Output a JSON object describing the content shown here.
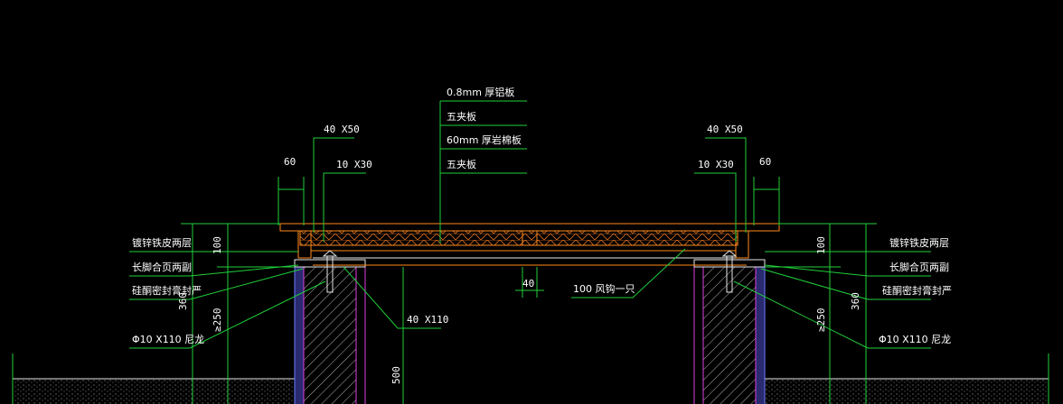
{
  "layers": {
    "top_plate": "0.8mm 厚铝板",
    "layer2": "五夹板",
    "insulation": "60mm 厚岩棉板",
    "layer4": "五夹板"
  },
  "left": {
    "timber_top": "40 X50",
    "timber_mid": "10 X30",
    "width": "60",
    "note1": "镀锌铁皮两层",
    "note2": "长脚合页两副",
    "note3": "硅酮密封膏封严",
    "bolt": "Φ10 X110 尼龙",
    "anchor": "40 X110",
    "height_100": "100",
    "height_360": "360",
    "height_250": "≥250"
  },
  "right": {
    "timber_top": "40 X50",
    "timber_mid": "10 X30",
    "width": "60",
    "note1": "镀锌铁皮两层",
    "note2": "长脚合页两副",
    "note3": "硅酮密封膏封严",
    "bolt": "Φ10 X110 尼龙",
    "height_100": "100",
    "height_360": "360",
    "height_250": "≥250"
  },
  "center": {
    "gap": "40",
    "hook": "100 风钩一只",
    "height_500": "500"
  },
  "colors": {
    "background": "#000000",
    "leader": "#1fcf3a",
    "timber": "#ff8a1c",
    "wall": "#e040e0",
    "text": "#ffffff",
    "sealant": "#6b7cff"
  }
}
